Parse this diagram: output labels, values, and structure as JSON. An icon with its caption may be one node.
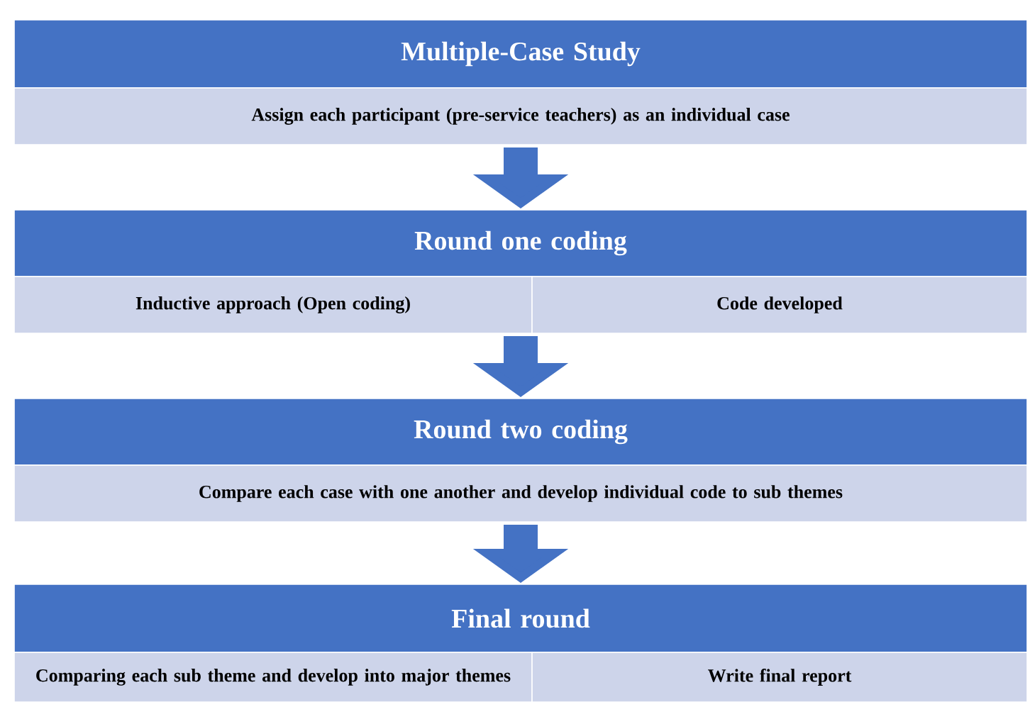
{
  "diagram": {
    "nodes": [
      {
        "text": [
          "Multiple-Case Study"
        ]
      },
      {
        "text": [
          "Assign each participant (pre-service teachers) as an individual case"
        ]
      },
      {
        "text": [
          "Round one coding"
        ]
      },
      {
        "text": [
          "Inductive approach (Open coding)"
        ]
      },
      {
        "text": [
          "Code developed"
        ]
      },
      {
        "text": [
          "Round two coding"
        ]
      },
      {
        "text": [
          "Compare each case with one another and develop individual code to sub themes"
        ]
      },
      {
        "text": [
          "Final round"
        ]
      },
      {
        "text": [
          "Comparing each sub theme and develop into major themes"
        ]
      },
      {
        "text": [
          "Write final report"
        ]
      }
    ],
    "edges": [
      {
        "from": 1,
        "to": 2,
        "arrow": "to"
      },
      {
        "from": 3,
        "to": 5,
        "arrow": "to"
      },
      {
        "from": 4,
        "to": 5,
        "arrow": "to"
      },
      {
        "from": 6,
        "to": 7,
        "arrow": "to"
      }
    ]
  }
}
